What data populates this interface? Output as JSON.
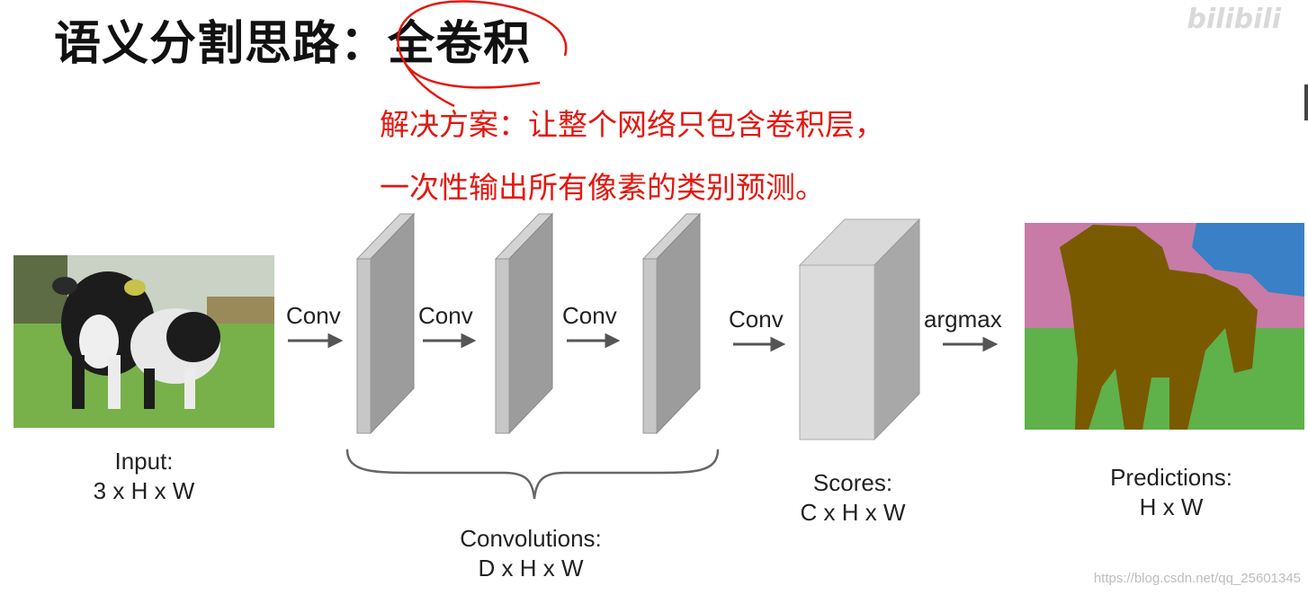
{
  "title": "语义分割思路：全卷积",
  "solution": {
    "line1": "解决方案：让整个网络只包含卷积层，",
    "line2": "一次性输出所有像素的类别预测。"
  },
  "diagram": {
    "input_label": "Input:",
    "input_dims": "3 x H x W",
    "ops": [
      "Conv",
      "Conv",
      "Conv",
      "Conv",
      "argmax"
    ],
    "convolutions_label": "Convolutions:",
    "convolutions_dims": "D x H x W",
    "scores_label": "Scores:",
    "scores_dims": "C x H x W",
    "predictions_label": "Predictions:",
    "predictions_dims": "H x W"
  },
  "watermark": {
    "brand": "bilibili",
    "url": "https://blog.csdn.net/qq_25601345"
  },
  "colors": {
    "accent_red": "#e3170f",
    "cow_brown": "#7a5a00",
    "grass_green": "#5fb14a",
    "sky_blue": "#3a80c6",
    "background_pink": "#c77ba6"
  }
}
